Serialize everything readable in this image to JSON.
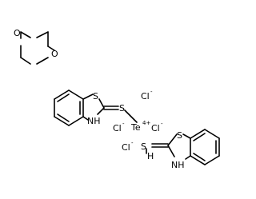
{
  "diagram": {
    "type": "chemical-structure",
    "colors": {
      "bond": "#000000",
      "background": "#ffffff"
    },
    "dioxane": {
      "atoms": {
        "o_top": "O",
        "o_bottom": "O"
      }
    },
    "benzothiazole_left": {
      "atoms": {
        "s_ring": "S",
        "nh": "NH",
        "s_exo": "S"
      }
    },
    "tellurium_center": {
      "atoms": {
        "te": "Te",
        "te_charge": "4+",
        "cl_top": "Cl",
        "cl_left": "Cl",
        "cl_right": "Cl",
        "cl_bottom": "Cl",
        "minus": "-",
        "s_exo": "S",
        "h": "H"
      }
    },
    "benzothiazole_right": {
      "atoms": {
        "s_ring": "S",
        "nh": "NH"
      }
    }
  }
}
